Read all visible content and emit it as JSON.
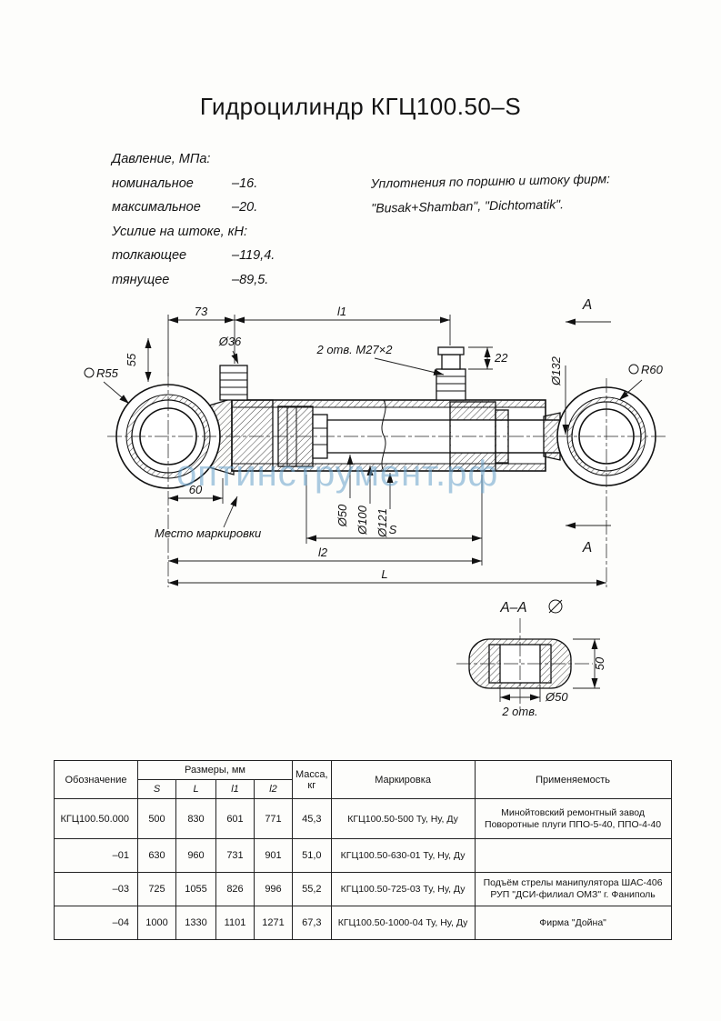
{
  "page": {
    "title": "Гидроцилиндр КГЦ100.50–S"
  },
  "specs": {
    "pressure_header": "Давление, МПа:",
    "nominal_label": "номинальное",
    "nominal_value": "–16.",
    "max_label": "максимальное",
    "max_value": "–20.",
    "force_header": "Усилие на штоке, кН:",
    "push_label": "толкающее",
    "push_value": "–119,4.",
    "pull_label": "тянущее",
    "pull_value": "–89,5."
  },
  "seals": {
    "line1": "Уплотнения по поршню и штоку фирм:",
    "line2": "\"Busak+Shamban\", \"Dichtomatik\"."
  },
  "watermark": "оптинструмент.рф",
  "drawing": {
    "dim_73": "73",
    "dim_l1": "l1",
    "dim_55": "55",
    "dim_d36": "Ø36",
    "dim_holes_m27": "2 отв. М27×2",
    "dim_22": "22",
    "dim_d132": "Ø132",
    "r55": "R55",
    "r60": "R60",
    "dim_60": "60",
    "marking_note": "Место маркировки",
    "dim_d50": "Ø50",
    "dim_d100": "Ø100",
    "dim_d121": "Ø121",
    "dim_S": "S",
    "dim_l2": "l2",
    "dim_L": "L",
    "section_letter": "А",
    "section_title": "А–А",
    "section_dim_50": "50",
    "section_dim_d50": "Ø50",
    "section_holes": "2 отв."
  },
  "table": {
    "headers": {
      "designation": "Обозначение",
      "dimensions": "Размеры, мм",
      "s": "S",
      "l": "L",
      "l1": "l1",
      "l2": "l2",
      "mass_line1": "Масса,",
      "mass_line2": "кг",
      "marking": "Маркировка",
      "application": "Применяемость"
    },
    "rows": [
      {
        "designation": "КГЦ100.50.000",
        "s": "500",
        "l": "830",
        "l1": "601",
        "l2": "771",
        "mass": "45,3",
        "marking": "КГЦ100.50-500 Ту, Ну, Ду",
        "app1": "Минойтовский ремонтный завод",
        "app2": "Поворотные плуги ППО-5-40, ППО-4-40"
      },
      {
        "designation": "–01",
        "s": "630",
        "l": "960",
        "l1": "731",
        "l2": "901",
        "mass": "51,0",
        "marking": "КГЦ100.50-630-01 Ту, Ну, Ду",
        "app1": "",
        "app2": ""
      },
      {
        "designation": "–03",
        "s": "725",
        "l": "1055",
        "l1": "826",
        "l2": "996",
        "mass": "55,2",
        "marking": "КГЦ100.50-725-03 Ту, Ну, Ду",
        "app1": "Подъём стрелы манипулятора ШАС-406",
        "app2": "РУП \"ДСИ-филиал ОМЗ\" г. Фаниполь"
      },
      {
        "designation": "–04",
        "s": "1000",
        "l": "1330",
        "l1": "1101",
        "l2": "1271",
        "mass": "67,3",
        "marking": "КГЦ100.50-1000-04 Ту, Ну, Ду",
        "app1": "Фирма \"Дойна\"",
        "app2": ""
      }
    ]
  }
}
